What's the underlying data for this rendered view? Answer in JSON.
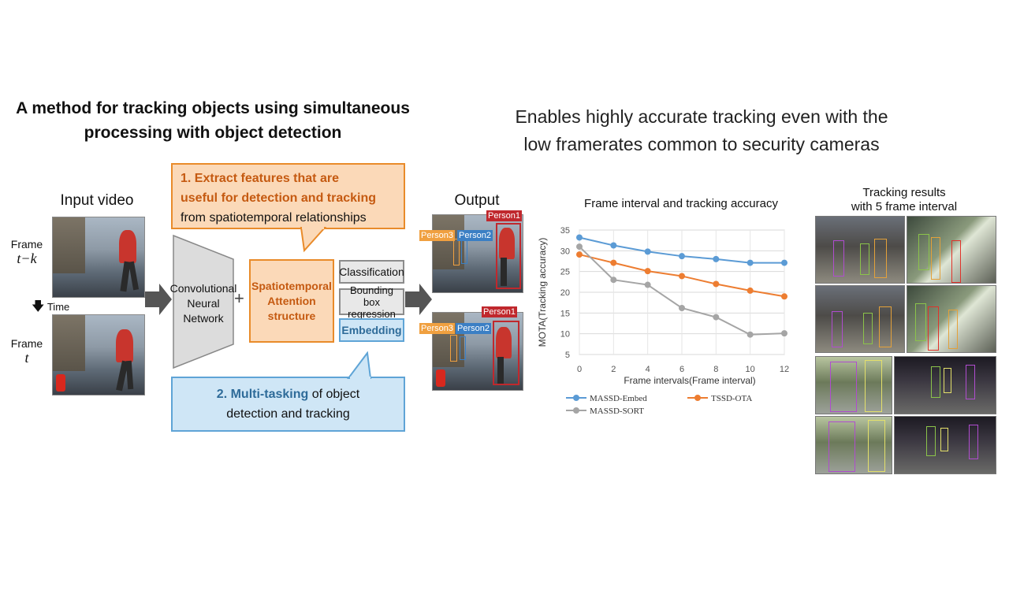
{
  "title_left": [
    "A method for tracking objects using simultaneous",
    "processing with object detection"
  ],
  "title_right": [
    "Enables highly accurate tracking even with the",
    "low framerates common to security cameras"
  ],
  "input": {
    "label": "Input video",
    "frame_top": {
      "word": "Frame",
      "sym": "t−k"
    },
    "frame_bottom": {
      "word": "Frame",
      "sym": "t"
    },
    "time_label": "Time"
  },
  "cnn": {
    "line1": "Convolutional",
    "line2": "Neural",
    "line3": "Network"
  },
  "plus": "+",
  "attention": {
    "line1": "Spatiotemporal",
    "line2": "Attention",
    "line3": "structure"
  },
  "heads": {
    "classification": "Classification",
    "bbox_line1": "Bounding",
    "bbox_line2": "box regression",
    "embedding": "Embedding"
  },
  "callout1": {
    "bold1": "1. Extract features that are",
    "bold2": "useful for detection and tracking",
    "rest": "from spatiotemporal relationships"
  },
  "callout2": {
    "bold": "2. Multi-tasking",
    "rest1": " of object",
    "rest2": "detection and tracking"
  },
  "output": {
    "label": "Output",
    "tags": [
      "Person1",
      "Person2",
      "Person3"
    ]
  },
  "colors": {
    "orange": "#ed7d31",
    "blue": "#5b9bd5",
    "gray": "#a5a5a5",
    "person1": "#c0282d",
    "person2": "#3b7fc4",
    "person3": "#f0a040"
  },
  "chart_data": {
    "type": "line",
    "title": "Frame interval and tracking accuracy",
    "xlabel": "Frame intervals(Frame interval)",
    "ylabel": "MOTA(Tracking accuracy)",
    "x": [
      0,
      2,
      4,
      6,
      8,
      10,
      12
    ],
    "xlim": [
      0,
      12
    ],
    "ylim": [
      5,
      35
    ],
    "yticks": [
      5,
      10,
      15,
      20,
      25,
      30,
      35
    ],
    "grid": true,
    "legend": "bottom",
    "series": [
      {
        "name": "MASSD-Embed",
        "color": "#5b9bd5",
        "values": [
          33.2,
          31.3,
          29.8,
          28.7,
          28.0,
          27.1,
          27.1
        ]
      },
      {
        "name": "TSSD-OTA",
        "color": "#ed7d31",
        "values": [
          29.1,
          27.1,
          25.1,
          23.9,
          22.0,
          20.4,
          19.0
        ]
      },
      {
        "name": "MASSD-SORT",
        "color": "#a5a5a5",
        "values": [
          31.0,
          23.0,
          21.8,
          16.2,
          14.0,
          9.8,
          10.1
        ]
      }
    ]
  },
  "results": {
    "line1": "Tracking results",
    "line2": "with 5 frame interval"
  }
}
